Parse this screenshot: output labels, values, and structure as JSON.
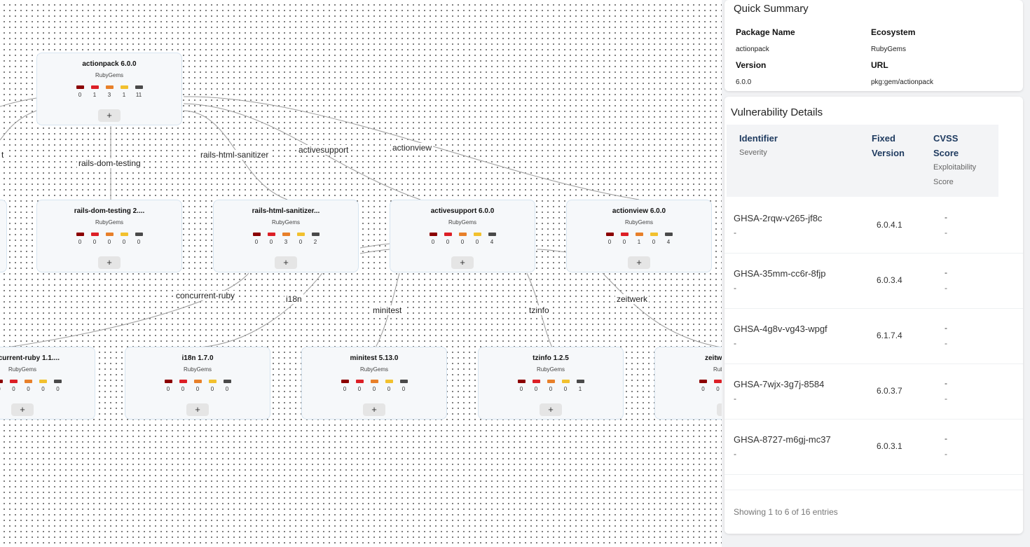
{
  "colors": {
    "critical": "#8b0000",
    "high": "#dc1f26",
    "medium": "#e8802a",
    "low": "#f2c12e",
    "unknown": "#4a4a4a"
  },
  "graph": {
    "edge_labels": {
      "rails_dom_testing": "rails-dom-testing",
      "rails_html_sanitizer": "rails-html-sanitizer",
      "activesupport": "activesupport",
      "actionview": "actionview",
      "concurrent_ruby": "concurrent-ruby",
      "i18n": "i18n",
      "minitest": "minitest",
      "tzinfo": "tzinfo",
      "zeitwerk": "zeitwerk",
      "partial_left": "t"
    },
    "nodes": {
      "actionpack": {
        "title": "actionpack 6.0.0",
        "ecosystem": "RubyGems",
        "counts": [
          "0",
          "1",
          "3",
          "1",
          "11"
        ],
        "expand": "+"
      },
      "rails_dom_testing": {
        "title": "rails-dom-testing 2....",
        "ecosystem": "RubyGems",
        "counts": [
          "0",
          "0",
          "0",
          "0",
          "0"
        ],
        "expand": "+"
      },
      "rails_html_sanitizer": {
        "title": "rails-html-sanitizer...",
        "ecosystem": "RubyGems",
        "counts": [
          "0",
          "0",
          "3",
          "0",
          "2"
        ],
        "expand": "+"
      },
      "activesupport": {
        "title": "activesupport 6.0.0",
        "ecosystem": "RubyGems",
        "counts": [
          "0",
          "0",
          "0",
          "0",
          "4"
        ],
        "expand": "+"
      },
      "actionview": {
        "title": "actionview 6.0.0",
        "ecosystem": "RubyGems",
        "counts": [
          "0",
          "0",
          "1",
          "0",
          "4"
        ],
        "expand": "+"
      },
      "concurrent_ruby": {
        "title": "current-ruby 1.1....",
        "ecosystem": "RubyGems",
        "counts": [
          "0",
          "0",
          "0",
          "0"
        ],
        "expand": "+"
      },
      "i18n": {
        "title": "i18n 1.7.0",
        "ecosystem": "RubyGems",
        "counts": [
          "0",
          "0",
          "0",
          "0",
          "0"
        ],
        "expand": "+"
      },
      "minitest": {
        "title": "minitest 5.13.0",
        "ecosystem": "RubyGems",
        "counts": [
          "0",
          "0",
          "0",
          "0",
          "0"
        ],
        "expand": "+"
      },
      "tzinfo": {
        "title": "tzinfo 1.2.5",
        "ecosystem": "RubyGems",
        "counts": [
          "0",
          "0",
          "0",
          "0",
          "1"
        ],
        "expand": "+"
      },
      "zeitwerk": {
        "title": "zeitwe",
        "ecosystem": "Rub",
        "counts": [
          "0",
          "0"
        ],
        "expand": "+"
      }
    }
  },
  "summary": {
    "title": "Quick Summary",
    "package_name_label": "Package Name",
    "package_name": "actionpack",
    "ecosystem_label": "Ecosystem",
    "ecosystem": "RubyGems",
    "version_label": "Version",
    "version": "6.0.0",
    "url_label": "URL",
    "url": "pkg:gem/actionpack"
  },
  "vulnerabilities": {
    "title": "Vulnerability Details",
    "headers": {
      "identifier": "Identifier",
      "severity": "Severity",
      "fixed_1": "Fixed",
      "fixed_2": "Version",
      "cvss_1": "CVSS",
      "cvss_2": "Score",
      "exploit_1": "Exploitability",
      "exploit_2": "Score"
    },
    "rows": [
      {
        "id": "GHSA-2rqw-v265-jf8c",
        "severity": "-",
        "fixed": "6.0.4.1",
        "cvss": "-",
        "exploitability": "-"
      },
      {
        "id": "GHSA-35mm-cc6r-8fjp",
        "severity": "-",
        "fixed": "6.0.3.4",
        "cvss": "-",
        "exploitability": "-"
      },
      {
        "id": "GHSA-4g8v-vg43-wpgf",
        "severity": "-",
        "fixed": "6.1.7.4",
        "cvss": "-",
        "exploitability": "-"
      },
      {
        "id": "GHSA-7wjx-3g7j-8584",
        "severity": "-",
        "fixed": "6.0.3.7",
        "cvss": "-",
        "exploitability": "-"
      },
      {
        "id": "GHSA-8727-m6gj-mc37",
        "severity": "-",
        "fixed": "6.0.3.1",
        "cvss": "-",
        "exploitability": "-"
      }
    ],
    "footer": "Showing 1 to 6 of 16 entries"
  }
}
